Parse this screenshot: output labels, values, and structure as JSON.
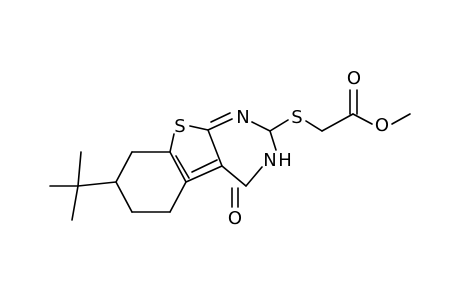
{
  "molecule": {
    "atoms": {
      "sulfur_ring": "S",
      "nitrogen_ring": "N",
      "sulfur_thioether": "S",
      "oxygen_carbonyl_ester": "O",
      "oxygen_ether_ester": "O",
      "nitrogen_h": "N",
      "hydrogen_nh": "H",
      "oxygen_ketone": "O"
    }
  }
}
